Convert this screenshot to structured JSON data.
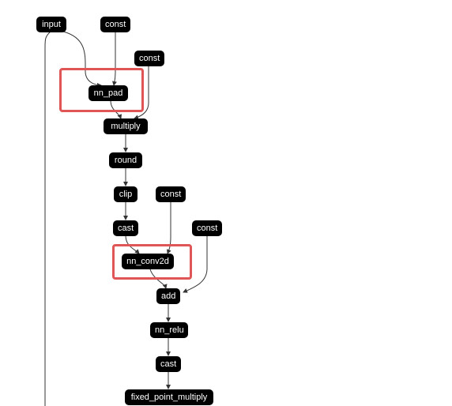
{
  "nodes": {
    "input": "input",
    "const_a": "const",
    "const_b": "const",
    "nn_pad": "nn_pad",
    "multiply": "multiply",
    "round": "round",
    "clip": "clip",
    "cast_a": "cast",
    "const_c": "const",
    "const_d": "const",
    "nn_conv2d": "nn_conv2d",
    "add": "add",
    "nn_relu": "nn_relu",
    "cast_b": "cast",
    "fixed_point_multiply": "fixed_point_multiply"
  },
  "edges": [
    [
      "input",
      "nn_pad"
    ],
    [
      "const_a",
      "nn_pad"
    ],
    [
      "nn_pad",
      "multiply"
    ],
    [
      "const_b",
      "multiply"
    ],
    [
      "multiply",
      "round"
    ],
    [
      "round",
      "clip"
    ],
    [
      "clip",
      "cast_a"
    ],
    [
      "cast_a",
      "nn_conv2d"
    ],
    [
      "const_c",
      "nn_conv2d"
    ],
    [
      "nn_conv2d",
      "add"
    ],
    [
      "const_d",
      "add"
    ],
    [
      "add",
      "nn_relu"
    ],
    [
      "nn_relu",
      "cast_b"
    ],
    [
      "cast_b",
      "fixed_point_multiply"
    ]
  ],
  "highlighted": [
    "nn_pad",
    "nn_conv2d"
  ],
  "colors": {
    "node_fill": "#000000",
    "node_text": "#ffffff",
    "edge": "#333333",
    "highlight": "#e05555"
  }
}
